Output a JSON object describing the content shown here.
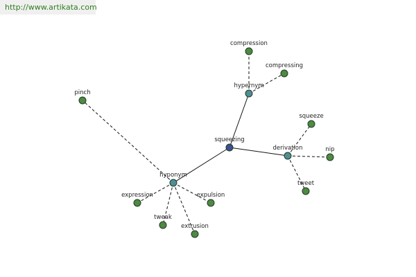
{
  "header": {
    "url_text": "http://www.artikata.com"
  },
  "colors": {
    "root": "#3b4f91",
    "relation": "#4f8e96",
    "term": "#4e8a43",
    "url_text": "#2f7d1e"
  },
  "graph": {
    "nodes": [
      {
        "id": "squeezing",
        "label": "squeezing",
        "type": "root"
      },
      {
        "id": "hypernym",
        "label": "hypernym",
        "type": "relation"
      },
      {
        "id": "derivation",
        "label": "derivation",
        "type": "relation"
      },
      {
        "id": "hyponym",
        "label": "hyponym",
        "type": "relation"
      },
      {
        "id": "compression",
        "label": "compression",
        "type": "term"
      },
      {
        "id": "compressing",
        "label": "compressing",
        "type": "term"
      },
      {
        "id": "squeeze",
        "label": "squeeze",
        "type": "term"
      },
      {
        "id": "nip",
        "label": "nip",
        "type": "term"
      },
      {
        "id": "tweet",
        "label": "tweet",
        "type": "term"
      },
      {
        "id": "pinch",
        "label": "pinch",
        "type": "term"
      },
      {
        "id": "expression",
        "label": "expression",
        "type": "term"
      },
      {
        "id": "expulsion",
        "label": "expulsion",
        "type": "term"
      },
      {
        "id": "tweak",
        "label": "tweak",
        "type": "term"
      },
      {
        "id": "extrusion",
        "label": "extrusion",
        "type": "term"
      }
    ],
    "edges": [
      {
        "from": "squeezing",
        "to": "hypernym",
        "style": "solid"
      },
      {
        "from": "squeezing",
        "to": "derivation",
        "style": "solid"
      },
      {
        "from": "squeezing",
        "to": "hyponym",
        "style": "solid"
      },
      {
        "from": "hypernym",
        "to": "compression",
        "style": "dashed"
      },
      {
        "from": "hypernym",
        "to": "compressing",
        "style": "dashed"
      },
      {
        "from": "derivation",
        "to": "squeeze",
        "style": "dashed"
      },
      {
        "from": "derivation",
        "to": "nip",
        "style": "dashed"
      },
      {
        "from": "derivation",
        "to": "tweet",
        "style": "dashed"
      },
      {
        "from": "hyponym",
        "to": "pinch",
        "style": "dashed"
      },
      {
        "from": "hyponym",
        "to": "expression",
        "style": "dashed"
      },
      {
        "from": "hyponym",
        "to": "expulsion",
        "style": "dashed"
      },
      {
        "from": "hyponym",
        "to": "tweak",
        "style": "dashed"
      },
      {
        "from": "hyponym",
        "to": "extrusion",
        "style": "dashed"
      }
    ]
  }
}
